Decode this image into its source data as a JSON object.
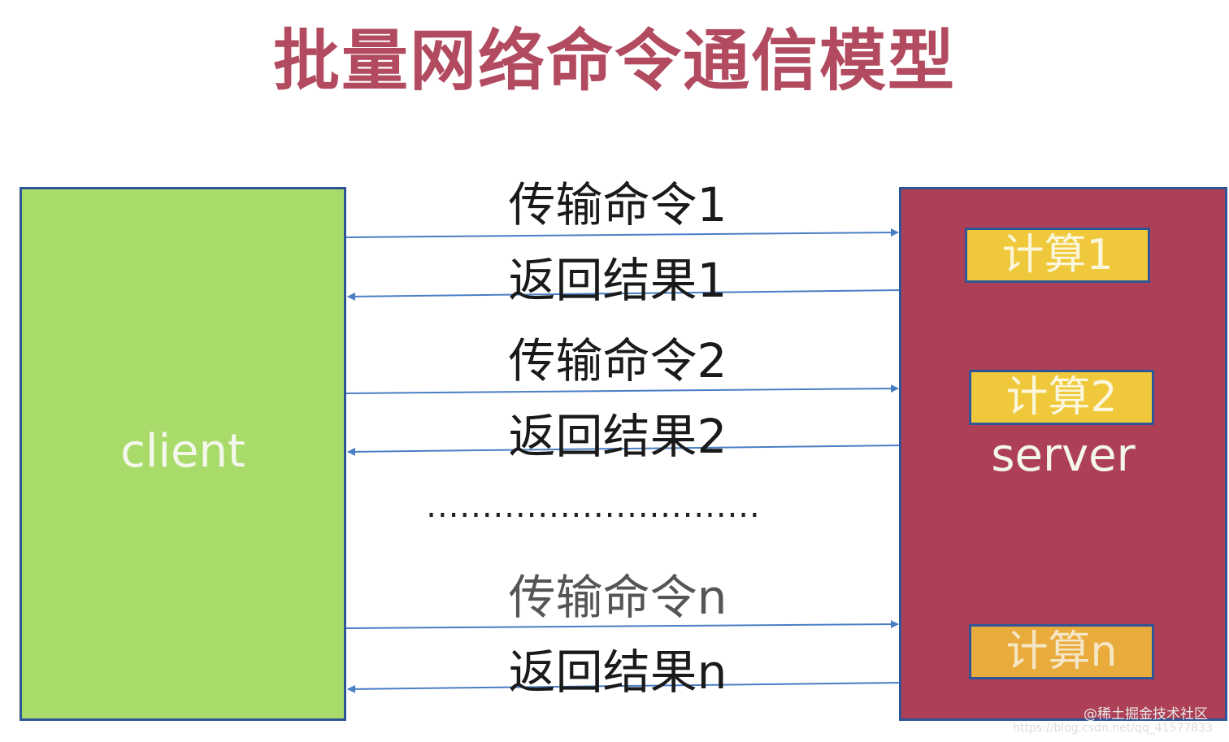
{
  "title": "批量网络命令通信模型",
  "client": {
    "label": "client",
    "color": "#a9db6b"
  },
  "server": {
    "label": "server",
    "color": "#ad4056",
    "computes": [
      "计算1",
      "计算2",
      "计算n"
    ]
  },
  "messages": [
    {
      "text": "传输命令1",
      "direction": "client-to-server"
    },
    {
      "text": "返回结果1",
      "direction": "server-to-client"
    },
    {
      "text": "传输命令2",
      "direction": "client-to-server"
    },
    {
      "text": "返回结果2",
      "direction": "server-to-client"
    },
    {
      "text": "传输命令n",
      "direction": "client-to-server"
    },
    {
      "text": "返回结果n",
      "direction": "server-to-client"
    }
  ],
  "ellipsis": "..............................",
  "watermark": {
    "brand": "@稀土掘金技术社区",
    "url": "https://blog.csdn.net/qq_41577833"
  },
  "colors": {
    "title": "#b24a60",
    "border": "#2f5597",
    "arrow": "#4a7ec4",
    "compute": "#efc93b"
  }
}
